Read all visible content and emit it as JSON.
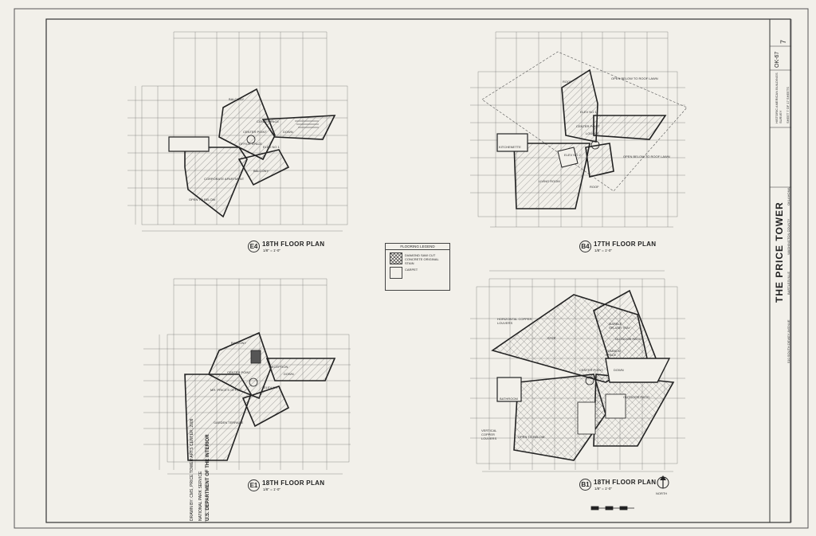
{
  "sheet": {
    "title": "THE PRICE TOWER",
    "address": "510 SOUTH DEWEY AVENUE",
    "city": "BARTLESVILLE",
    "county": "WASHINGTON COUNTY",
    "state": "OKLAHOMA",
    "agency_line1": "U.S. DEPARTMENT OF THE INTERIOR",
    "agency_line2": "NATIONAL PARK SERVICE",
    "drawn_by": "DRAWN BY: CMS, PRICE TOWER ARTS CENTER, 2009",
    "survey_label": "HISTORIC AMERICAN BUILDINGS SURVEY",
    "sheet_number": "SHEET 7 OF 17 SHEETS",
    "survey_number": "OK-67",
    "index_number": "7"
  },
  "plans": [
    {
      "id": "E4",
      "title": "18TH FLOOR PLAN",
      "scale": "1/8\" = 1'-0\""
    },
    {
      "id": "B4",
      "title": "17TH FLOOR PLAN",
      "scale": "1/8\" = 1'-0\""
    },
    {
      "id": "E1",
      "title": "18TH FLOOR PLAN",
      "scale": "1/8\" = 1'-0\""
    },
    {
      "id": "B1",
      "title": "18TH FLOOR PLAN",
      "scale": "1/8\" = 1'-0\""
    }
  ],
  "legend": {
    "heading": "FLOORING LEGEND",
    "item1": "DIAMOND SAW CUT CONCRETE ORIGINAL STAIN",
    "item2": "CARPET"
  },
  "north": {
    "label": "NORTH"
  },
  "room_labels": {
    "e4": [
      "BALCONY",
      "CONFERENCE",
      "CENTER POINT",
      "OFFICE SPACE",
      "CORPORATE APARTMENT",
      "OPEN TO BELOW",
      "BALCONY",
      "DOWN",
      "ELEV NO 1"
    ],
    "b4": [
      "ROOF",
      "OPEN BELOW TO ROOF LAWN",
      "KITCHENETTE",
      "CENTER POINT",
      "LOUNGE",
      "LIVING ROOM",
      "ROOF",
      "OPEN BELOW TO ROOF LAWN",
      "ELEV NO 1",
      "ELEV NO 2"
    ],
    "e1": [
      "BALCONY",
      "RECEPTION",
      "CENTER POINT",
      "MR. PRICE'S OFFICE",
      "GARDEN TERRACE",
      "DOWN",
      "ELEV NO 1"
    ],
    "b1": [
      "HORIZONTAL COPPER LOUVERS",
      "MARBLE SPLASH TRAY",
      "OUTDOOR PATIO",
      "STEP",
      "CENTER POINT",
      "COMMON SPACE",
      "OUTDOOR PATIO",
      "OPEN TO BELOW",
      "VERTICAL COPPER LOUVERS",
      "BATHROOM",
      "DOWN"
    ]
  }
}
